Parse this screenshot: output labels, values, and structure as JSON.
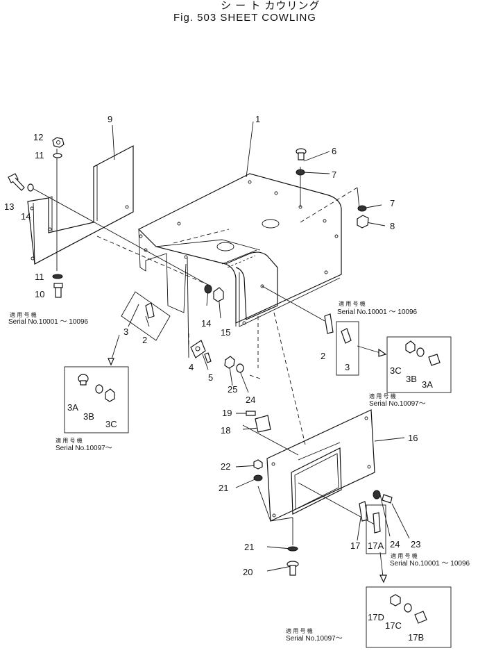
{
  "header": {
    "title_jp": "シ ー ト  カウリング",
    "title_en": "Fig. 503  SHEET  COWLING"
  },
  "callouts": [
    {
      "id": "c1",
      "label": "1"
    },
    {
      "id": "c9",
      "label": "9"
    },
    {
      "id": "c12",
      "label": "12"
    },
    {
      "id": "c11a",
      "label": "11"
    },
    {
      "id": "c13",
      "label": "13"
    },
    {
      "id": "c14a",
      "label": "14"
    },
    {
      "id": "c11b",
      "label": "11"
    },
    {
      "id": "c10",
      "label": "10"
    },
    {
      "id": "c6",
      "label": "6"
    },
    {
      "id": "c7a",
      "label": "7"
    },
    {
      "id": "c7b",
      "label": "7"
    },
    {
      "id": "c8",
      "label": "8"
    },
    {
      "id": "c3a",
      "label": "3"
    },
    {
      "id": "c2a",
      "label": "2"
    },
    {
      "id": "c14b",
      "label": "14"
    },
    {
      "id": "c15",
      "label": "15"
    },
    {
      "id": "c4",
      "label": "4"
    },
    {
      "id": "c5",
      "label": "5"
    },
    {
      "id": "c25",
      "label": "25"
    },
    {
      "id": "c24a",
      "label": "24"
    },
    {
      "id": "c2b",
      "label": "2"
    },
    {
      "id": "c3b",
      "label": "3"
    },
    {
      "id": "c3c_r",
      "label": "3C"
    },
    {
      "id": "c3b_r",
      "label": "3B"
    },
    {
      "id": "c3a_r",
      "label": "3A"
    },
    {
      "id": "c3a_l",
      "label": "3A"
    },
    {
      "id": "c3b_l",
      "label": "3B"
    },
    {
      "id": "c3c_l",
      "label": "3C"
    },
    {
      "id": "c19",
      "label": "19"
    },
    {
      "id": "c18",
      "label": "18"
    },
    {
      "id": "c16",
      "label": "16"
    },
    {
      "id": "c22",
      "label": "22"
    },
    {
      "id": "c21a",
      "label": "21"
    },
    {
      "id": "c21b",
      "label": "21"
    },
    {
      "id": "c20",
      "label": "20"
    },
    {
      "id": "c17",
      "label": "17"
    },
    {
      "id": "c17a",
      "label": "17A"
    },
    {
      "id": "c24b",
      "label": "24"
    },
    {
      "id": "c23",
      "label": "23"
    },
    {
      "id": "c17d",
      "label": "17D"
    },
    {
      "id": "c17c",
      "label": "17C"
    },
    {
      "id": "c17b",
      "label": "17B"
    }
  ],
  "serial_notes": [
    {
      "id": "s1",
      "jp": "適 用 号 機",
      "text": "Serial  No.10001 ～ 10096"
    },
    {
      "id": "s2",
      "jp": "適 用 号 機",
      "text": "Serial  No.10001 ～ 10096"
    },
    {
      "id": "s3",
      "jp": "適 用 号 機",
      "text": "Serial  No.10097～"
    },
    {
      "id": "s4",
      "jp": "適 用 号 機",
      "text": "Serial  No.10097～"
    },
    {
      "id": "s5",
      "jp": "適 用 号 機",
      "text": "Serial  No.10001 ～ 10096"
    },
    {
      "id": "s6",
      "jp": "適 用 号 機",
      "text": "Serial  No.10097～"
    }
  ]
}
